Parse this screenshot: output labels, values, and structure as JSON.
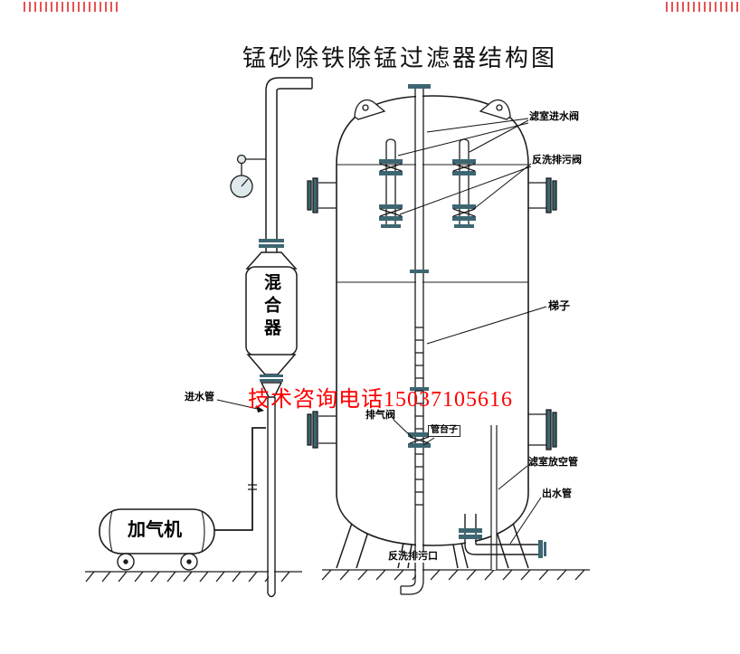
{
  "title": "锰砂除铁除锰过滤器结构图",
  "watermark_phone": "技术咨询电话15037105616",
  "labels": {
    "filter_inlet_valve": "滤室进水阀",
    "backwash_drain_valve": "反洗排污阀",
    "ladder": "梯子",
    "chamber_vent_pipe": "滤室放空管",
    "outlet_pipe": "出水管",
    "backwash_drain_outlet": "反洗排污口",
    "air_release_valve": "排气阀",
    "pipe_support": "管台子",
    "inlet_pipe": "进水管",
    "mixer": "混合器",
    "air_injector": "加气机"
  },
  "colors": {
    "diagram_line": "#1c1c1c",
    "valve_fill": "#3d6672",
    "component_fill": "#dfe9ec",
    "watermark_red": "#fe0000"
  }
}
